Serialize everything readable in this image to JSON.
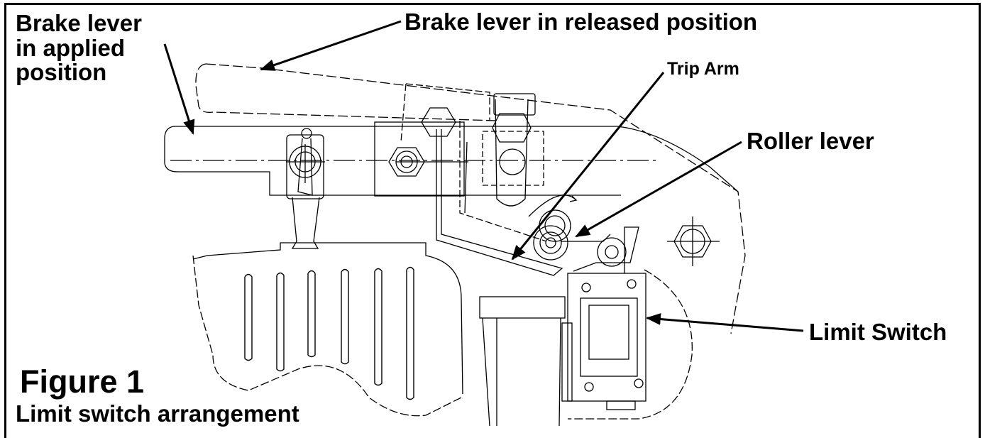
{
  "labels": {
    "brake_applied": [
      "Brake lever",
      "in applied",
      "position"
    ],
    "brake_released": "Brake lever in released position",
    "trip_arm": "Trip Arm",
    "roller_lever": "Roller lever",
    "limit_switch": "Limit Switch"
  },
  "figure": {
    "number": "Figure 1",
    "caption": "Limit switch arrangement"
  }
}
